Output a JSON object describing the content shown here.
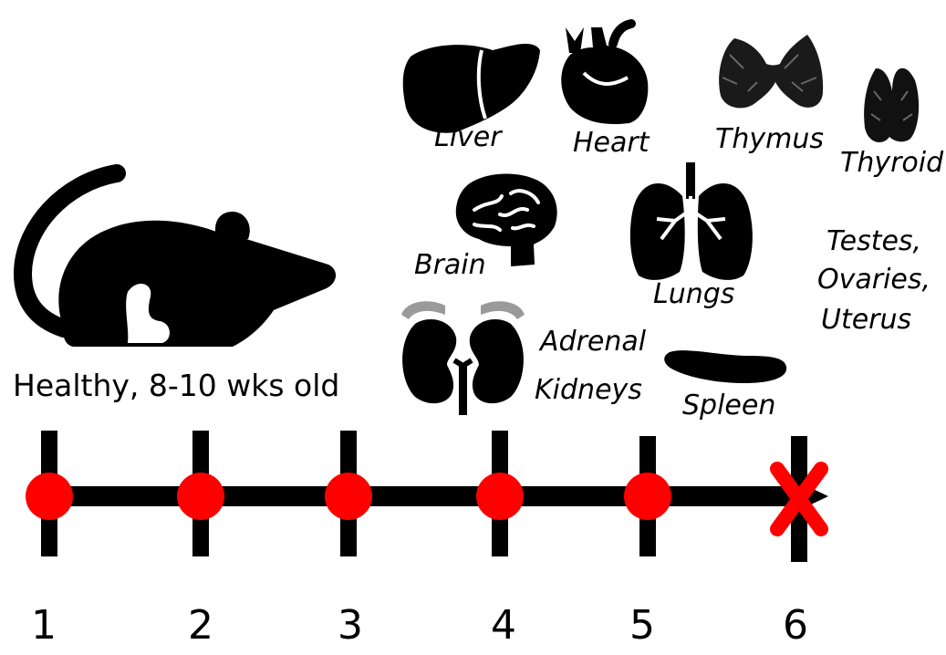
{
  "subject": {
    "caption": "Healthy, 8-10 wks old",
    "icon": "mouse-icon"
  },
  "organs": [
    {
      "label": "Liver",
      "icon": "liver-icon"
    },
    {
      "label": "Heart",
      "icon": "heart-icon"
    },
    {
      "label": "Thymus",
      "icon": "thymus-icon"
    },
    {
      "label": "Thyroid",
      "icon": "thyroid-icon"
    },
    {
      "label": "Brain",
      "icon": "brain-icon"
    },
    {
      "label": "Lungs",
      "icon": "lungs-icon"
    },
    {
      "label": "Testes,",
      "icon": null
    },
    {
      "label": "Ovaries,",
      "icon": null
    },
    {
      "label": "Uterus",
      "icon": null
    },
    {
      "label": "Adrenal",
      "icon": "adrenal-icon"
    },
    {
      "label": "Kidneys",
      "icon": "kidneys-icon"
    },
    {
      "label": "Spleen",
      "icon": "spleen-icon"
    }
  ],
  "timeline": {
    "points": [
      "1",
      "2",
      "3",
      "4",
      "5",
      "6"
    ],
    "endpoint_marker": "x-icon",
    "colors": {
      "dot": "#ff0000",
      "endpoint": "#ff0000",
      "line": "#000000"
    }
  }
}
